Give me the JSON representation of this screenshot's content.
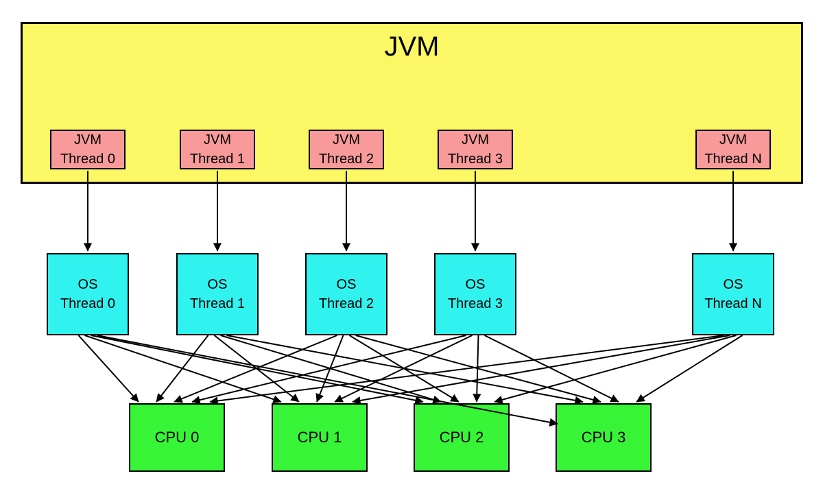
{
  "title": "JVM",
  "colors": {
    "background": "#FFFFFF",
    "jvm_container": "#FCF764",
    "jvm_thread": "#F89A9A",
    "os_thread": "#30F3F0",
    "cpu": "#37F437",
    "border": "#000000",
    "arrow": "#000000"
  },
  "jvm_threads": [
    {
      "id": "jvm0",
      "line1": "JVM",
      "line2": "Thread 0"
    },
    {
      "id": "jvm1",
      "line1": "JVM",
      "line2": "Thread 1"
    },
    {
      "id": "jvm2",
      "line1": "JVM",
      "line2": "Thread 2"
    },
    {
      "id": "jvm3",
      "line1": "JVM",
      "line2": "Thread 3"
    },
    {
      "id": "jvmN",
      "line1": "JVM",
      "line2": "Thread N"
    }
  ],
  "os_threads": [
    {
      "id": "os0",
      "line1": "OS",
      "line2": "Thread 0"
    },
    {
      "id": "os1",
      "line1": "OS",
      "line2": "Thread 1"
    },
    {
      "id": "os2",
      "line1": "OS",
      "line2": "Thread 2"
    },
    {
      "id": "os3",
      "line1": "OS",
      "line2": "Thread 3"
    },
    {
      "id": "osN",
      "line1": "OS",
      "line2": "Thread N"
    }
  ],
  "cpus": [
    {
      "id": "cpu0",
      "label": "CPU 0"
    },
    {
      "id": "cpu1",
      "label": "CPU 1"
    },
    {
      "id": "cpu2",
      "label": "CPU 2"
    },
    {
      "id": "cpu3",
      "label": "CPU 3"
    }
  ],
  "edges": {
    "jvm_to_os": [
      {
        "from": "jvm0",
        "to": "os0"
      },
      {
        "from": "jvm1",
        "to": "os1"
      },
      {
        "from": "jvm2",
        "to": "os2"
      },
      {
        "from": "jvm3",
        "to": "os3"
      },
      {
        "from": "jvmN",
        "to": "osN"
      }
    ],
    "os_to_cpu": [
      {
        "from": "os0",
        "to": "cpu0"
      },
      {
        "from": "os0",
        "to": "cpu1"
      },
      {
        "from": "os0",
        "to": "cpu2"
      },
      {
        "from": "os0",
        "to": "cpu3"
      },
      {
        "from": "os1",
        "to": "cpu0"
      },
      {
        "from": "os1",
        "to": "cpu1"
      },
      {
        "from": "os1",
        "to": "cpu2"
      },
      {
        "from": "os1",
        "to": "cpu3"
      },
      {
        "from": "os2",
        "to": "cpu0"
      },
      {
        "from": "os2",
        "to": "cpu1"
      },
      {
        "from": "os2",
        "to": "cpu2"
      },
      {
        "from": "os2",
        "to": "cpu3"
      },
      {
        "from": "os3",
        "to": "cpu0"
      },
      {
        "from": "os3",
        "to": "cpu1"
      },
      {
        "from": "os3",
        "to": "cpu2"
      },
      {
        "from": "os3",
        "to": "cpu3"
      },
      {
        "from": "osN",
        "to": "cpu0"
      },
      {
        "from": "osN",
        "to": "cpu1"
      },
      {
        "from": "osN",
        "to": "cpu2"
      },
      {
        "from": "osN",
        "to": "cpu3"
      }
    ]
  }
}
